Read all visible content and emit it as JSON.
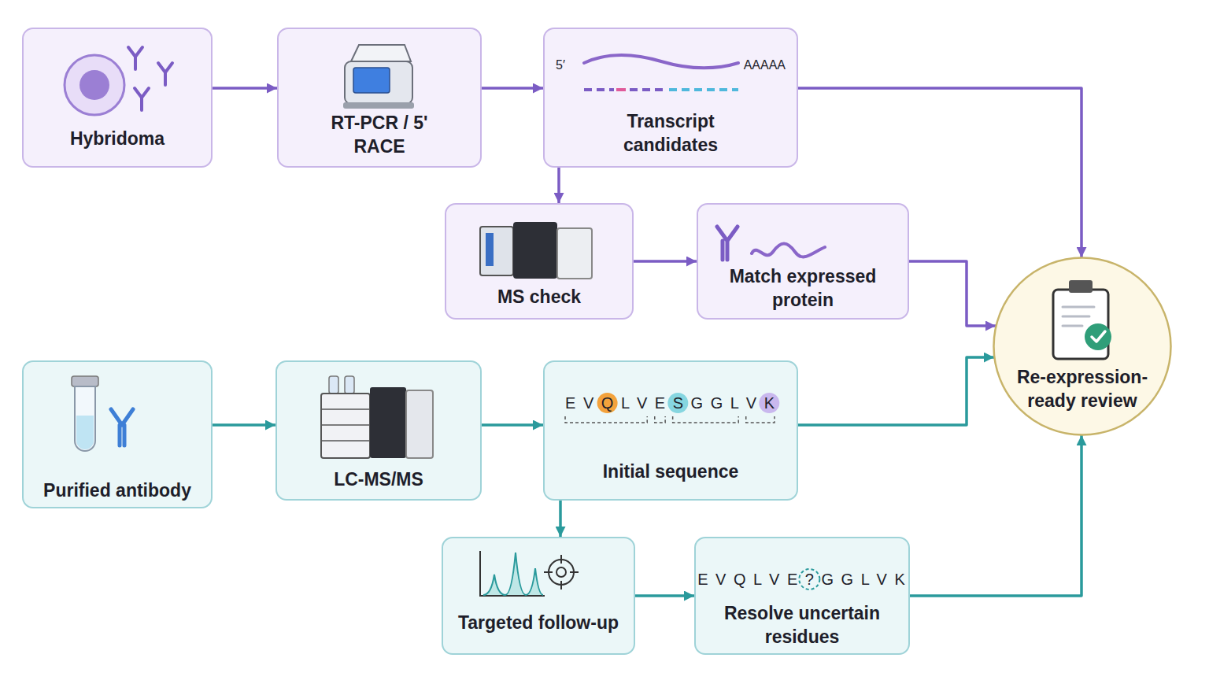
{
  "diagram": {
    "nodes": [
      {
        "text": [
          "Hybridoma"
        ]
      },
      {
        "text": [
          "RT-PCR / 5' RACE"
        ]
      },
      {
        "text": [
          "5′",
          "AAAAA",
          "Transcript candidates"
        ]
      },
      {
        "text": [
          "MS check"
        ]
      },
      {
        "text": [
          "Match expressed protein"
        ]
      },
      {
        "text": [
          "Re-expression-ready review"
        ]
      },
      {
        "text": [
          "Purified antibody"
        ]
      },
      {
        "text": [
          "LC-MS/MS"
        ]
      },
      {
        "text": [
          "E V Q L V E S G G L V K",
          "Initial sequence"
        ]
      },
      {
        "text": [
          "Targeted follow-up"
        ]
      },
      {
        "text": [
          "E V Q L V E ? G G L V K",
          "Resolve uncertain residues"
        ]
      }
    ],
    "edges": [
      {
        "from": 0,
        "to": 1,
        "arrow": "to"
      },
      {
        "from": 1,
        "to": 2,
        "arrow": "to"
      },
      {
        "from": 2,
        "to": 5,
        "arrow": "to"
      },
      {
        "from": 2,
        "to": 3,
        "arrow": "to"
      },
      {
        "from": 3,
        "to": 4,
        "arrow": "to"
      },
      {
        "from": 4,
        "to": 5,
        "arrow": "to"
      },
      {
        "from": 6,
        "to": 7,
        "arrow": "to"
      },
      {
        "from": 7,
        "to": 8,
        "arrow": "to"
      },
      {
        "from": 8,
        "to": 5,
        "arrow": "to"
      },
      {
        "from": 8,
        "to": 9,
        "arrow": "to"
      },
      {
        "from": 9,
        "to": 10,
        "arrow": "to"
      },
      {
        "from": 10,
        "to": 5,
        "arrow": "to"
      }
    ]
  }
}
